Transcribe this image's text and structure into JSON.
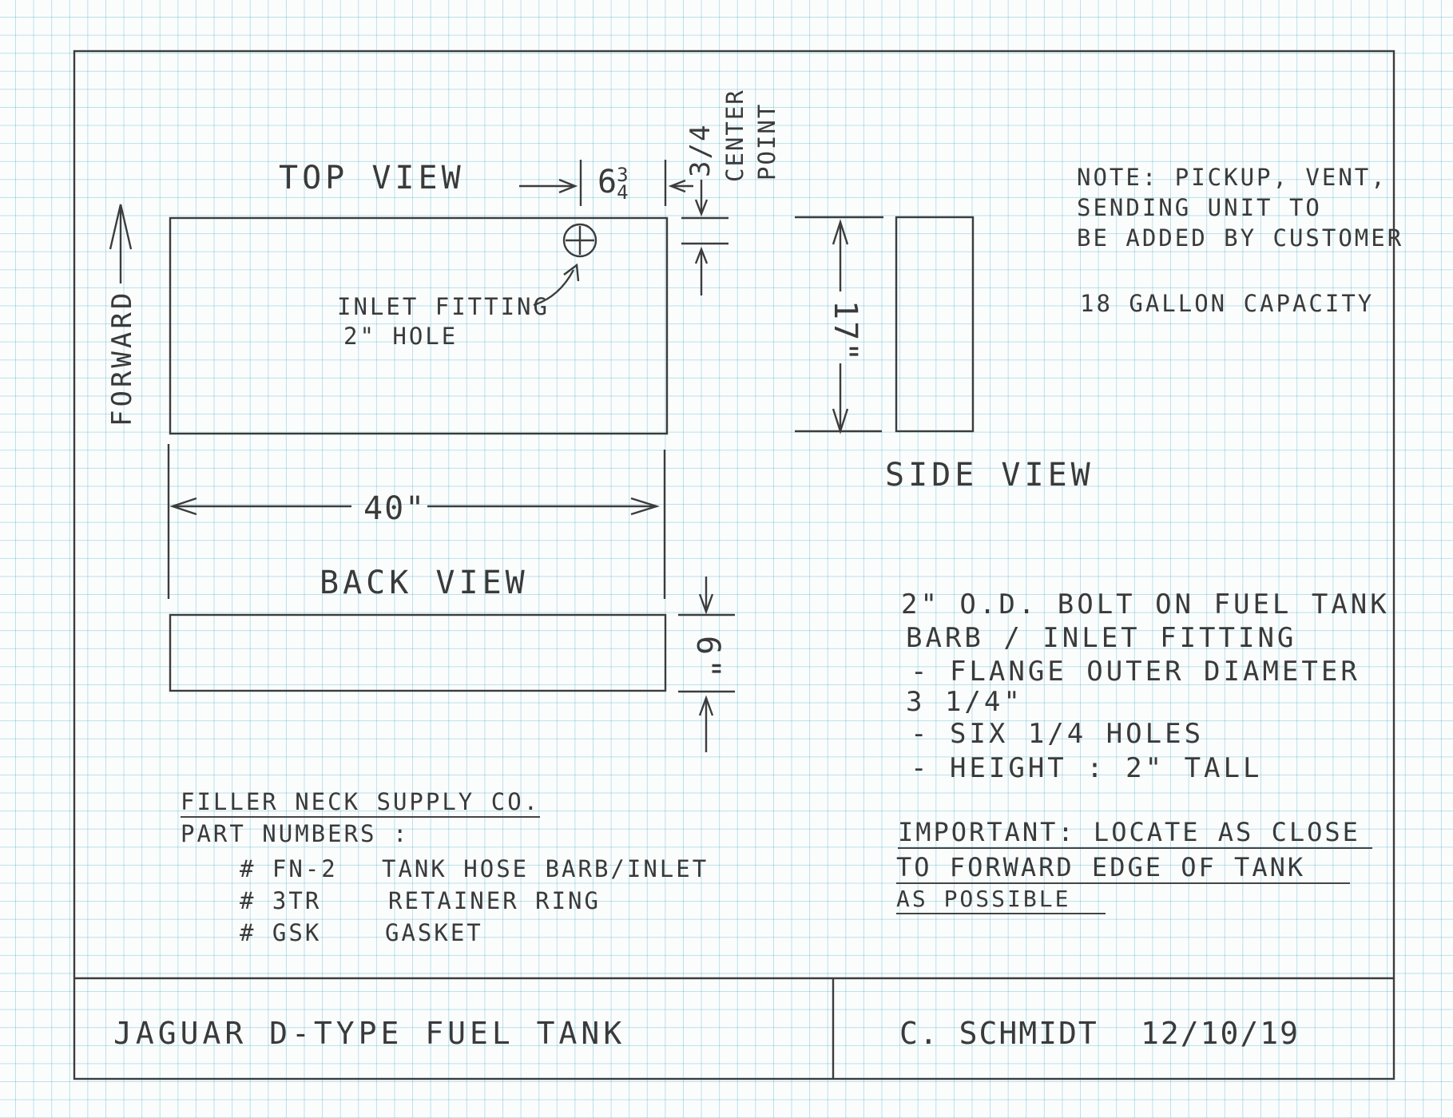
{
  "views": {
    "top": "TOP VIEW",
    "side": "SIDE VIEW",
    "back": "BACK VIEW"
  },
  "direction": "FORWARD",
  "dims": {
    "hole_offset_whole": "6",
    "hole_offset_frac_top": "3",
    "hole_offset_frac_bot": "4",
    "hole_offset_side": "3/4",
    "center_point_1": "CENTER",
    "center_point_2": "POINT",
    "length": "40\"",
    "width": "17\"",
    "height": "6\""
  },
  "inlet": {
    "line1": "INLET FITTING",
    "line2": "2\" HOLE"
  },
  "note": {
    "line1": "NOTE: PICKUP, VENT,",
    "line2": "SENDING UNIT TO",
    "line3": "BE ADDED BY CUSTOMER"
  },
  "capacity": "18 GALLON CAPACITY",
  "fitting_spec": {
    "line1": "2\" O.D. BOLT ON FUEL TANK",
    "line2": "BARB / INLET FITTING",
    "line3": "- FLANGE OUTER DIAMETER",
    "line4": "3 1/4\"",
    "line5": "- SIX 1/4 HOLES",
    "line6": "- HEIGHT : 2\" TALL"
  },
  "important": {
    "line1": "IMPORTANT: LOCATE AS CLOSE",
    "line2": "TO FORWARD EDGE OF TANK",
    "line3": "AS POSSIBLE"
  },
  "supplier": {
    "name": "FILLER NECK SUPPLY CO.",
    "header": "PART NUMBERS :",
    "parts": [
      {
        "number": "# FN-2",
        "desc": "TANK HOSE BARB/INLET"
      },
      {
        "number": "# 3TR",
        "desc": "RETAINER RING"
      },
      {
        "number": "# GSK",
        "desc": "GASKET"
      }
    ]
  },
  "title_block": {
    "title": "JAGUAR D-TYPE FUEL TANK",
    "author": "C. SCHMIDT",
    "date": "12/10/19"
  }
}
